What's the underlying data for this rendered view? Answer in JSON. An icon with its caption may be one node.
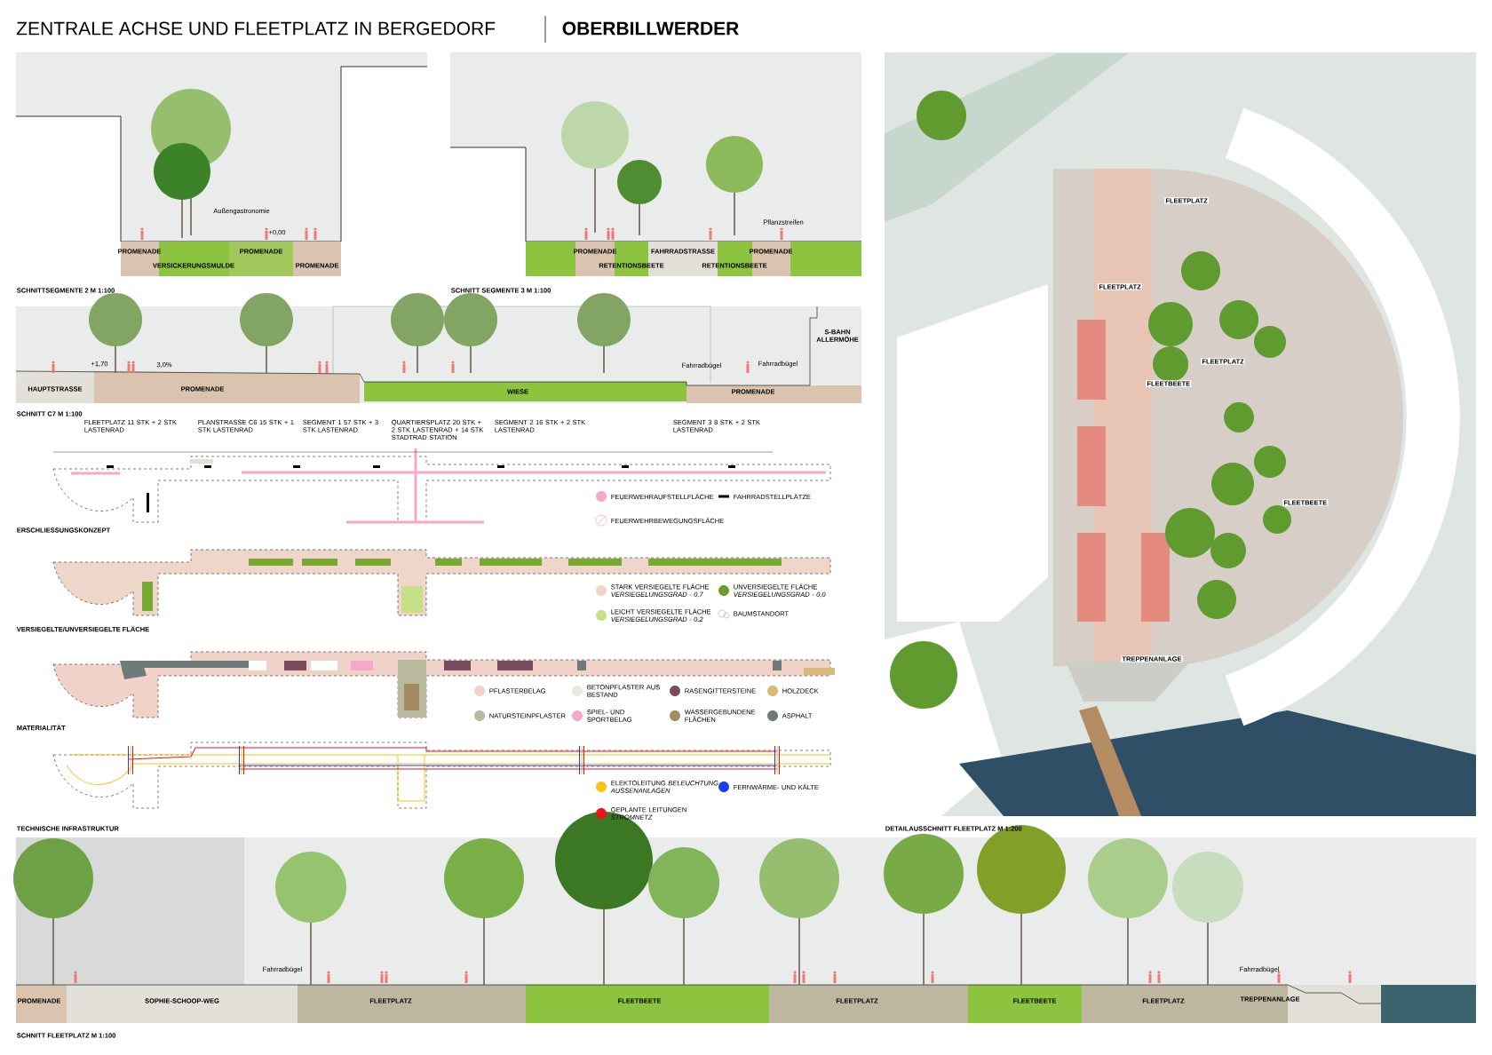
{
  "diagram": {
    "title": "ZENTRALE ACHSE UND FLEETPLATZ IN BERGEDORF",
    "labels": [
      "OBERBILLWERDER",
      "Außengastronomie",
      "+0,00",
      "PROMENADE",
      "VERSICKERUNGSMULDE",
      "PROMENADE",
      "PROMENADE",
      "SCHNITTSEGMENTE 2  M 1:100",
      "Pflanzstreifen",
      "PROMENADE",
      "RETENTIONSBEETE",
      "FAHRRADSTRASSE",
      "RETENTIONSBEETE",
      "PROMENADE",
      "SCHNITT SEGMENTE 3  M 1:100",
      "+1,70",
      "3,0%",
      "HAUPTSTRASSE",
      "PROMENADE",
      "WIESE",
      "Fahrradbügel",
      "Fahrradbügel",
      "S-BAHN ALLERMÖHE",
      "PROMENADE",
      "SCHNITT C7  M 1:100",
      "FLEETPLATZ 11 STK + 2 STK LASTENRAD",
      "PLANSTRASSE C6 15 STK + 1 STK LASTENRAD",
      "SEGMENT 1 57 STK + 3 STK LASTENRAD",
      "QUARTIERSPLATZ 20 STK + 2 STK LASTENRAD + 14 STK STADTRAD STATION",
      "SEGMENT 2 16 STK + 2 STK LASTENRAD",
      "SEGMENT 3 8 STK + 2 STK LASTENRAD",
      "ERSCHLIESSUNGSKONZEPT",
      "VERSIEGELTE/UNVERSIEGELTE FLÄCHE",
      "MATERIALITÄT",
      "TECHNISCHE INFRASTRUKTUR",
      "FLEETPLATZ",
      "FLEETPLATZ",
      "FLEETPLATZ",
      "FLEETBEETE",
      "FLEETBEETE",
      "TREPPENANLAGE",
      "DETAILAUSSCHNITT FLEETPLATZ M 1:200",
      "Fahrradbügel",
      "Fahrradbügel",
      "PROMENADE",
      "SOPHIE-SCHOOP-WEG",
      "FLEETPLATZ",
      "FLEETBEETE",
      "FLEETPLATZ",
      "FLEETBEETE",
      "FLEETPLATZ",
      "TREPPENANLAGE",
      "SCHNITT FLEETPLATZ M 1:100"
    ],
    "legend": [
      {
        "text": "FEUERWEHRAUFSTELLFLÄCHE",
        "color": "#f7a8c8"
      },
      {
        "text": "FAHRRADSTELLPLÄTZE"
      },
      {
        "text": "FEUERWEHRBEWEGUNGSFLÄCHE"
      },
      {
        "text": "STARK VERSIEGELTE FLÄCHE *VERSIEGELUNGSGRAD - 0,7*",
        "color": "#efd6cb"
      },
      {
        "text": "UNVERSIEGELTE FLÄCHE *VERSIEGELUNGSGRAD - 0,0*",
        "color": "#6a9e2a"
      },
      {
        "text": "LEICHT VERSIEGELTE FLÄCHE *VERSIEGELUNGSGRAD - 0,2*",
        "color": "#c8df8a"
      },
      {
        "text": "BAUMSTANDORT"
      },
      {
        "text": "PFLASTERBELAG",
        "color": "#f0d2c8"
      },
      {
        "text": "BETONPFLASTER AUS BESTAND",
        "color": "#ece8e2"
      },
      {
        "text": "RASENGITTERSTEINE",
        "color": "#7a4a5e"
      },
      {
        "text": "HOLZDECK",
        "color": "#d9b87a"
      },
      {
        "text": "NATURSTEINPFLASTER",
        "color": "#b9b9a0"
      },
      {
        "text": "SPIEL- UND SPORTBELAG",
        "color": "#f6a8cc"
      },
      {
        "text": "WASSERGEBUNDENE FLÄCHEN",
        "color": "#a48a62"
      },
      {
        "text": "ASPHALT",
        "color": "#6e7b7b"
      },
      {
        "text": "ELEKTOLEITUNG *BELEUCHTUNG AUSSENANLAGEN*",
        "color": "#f5c518"
      },
      {
        "text": "FERNWÄRME- UND KÄLTE",
        "color": "#1a3cf0"
      },
      {
        "text": "GEPLANTE LEITUNGEN *STROMNETZ*",
        "color": "#e8141e"
      }
    ]
  }
}
